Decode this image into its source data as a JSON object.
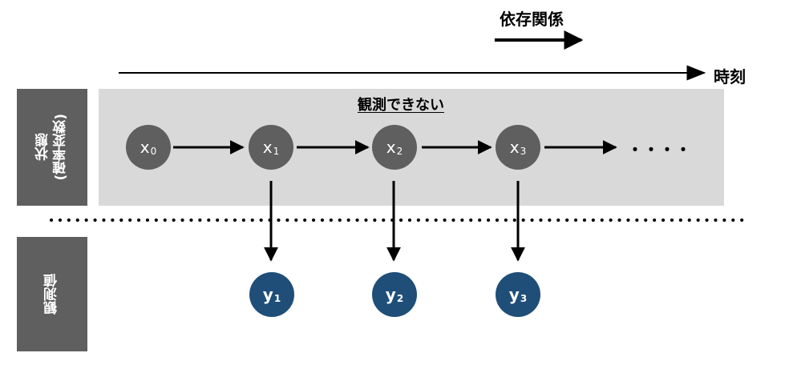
{
  "legend": {
    "label": "依存関係"
  },
  "time_axis": {
    "label": "時刻"
  },
  "sidebar": {
    "state_label": "状態\n(確率変数)",
    "observation_label": "観測値"
  },
  "hidden_region": {
    "title": "観測できない"
  },
  "states": [
    {
      "base": "x",
      "index": "0"
    },
    {
      "base": "x",
      "index": "1"
    },
    {
      "base": "x",
      "index": "2"
    },
    {
      "base": "x",
      "index": "3"
    }
  ],
  "continuation": "・・・・",
  "observations": [
    {
      "base": "y",
      "index": "1"
    },
    {
      "base": "y",
      "index": "2"
    },
    {
      "base": "y",
      "index": "3"
    }
  ],
  "colors": {
    "state_node": "#5f5f5f",
    "observation_node": "#1f4e79",
    "hidden_region": "#d9d9d9",
    "sidebar": "#5f5f5f"
  }
}
